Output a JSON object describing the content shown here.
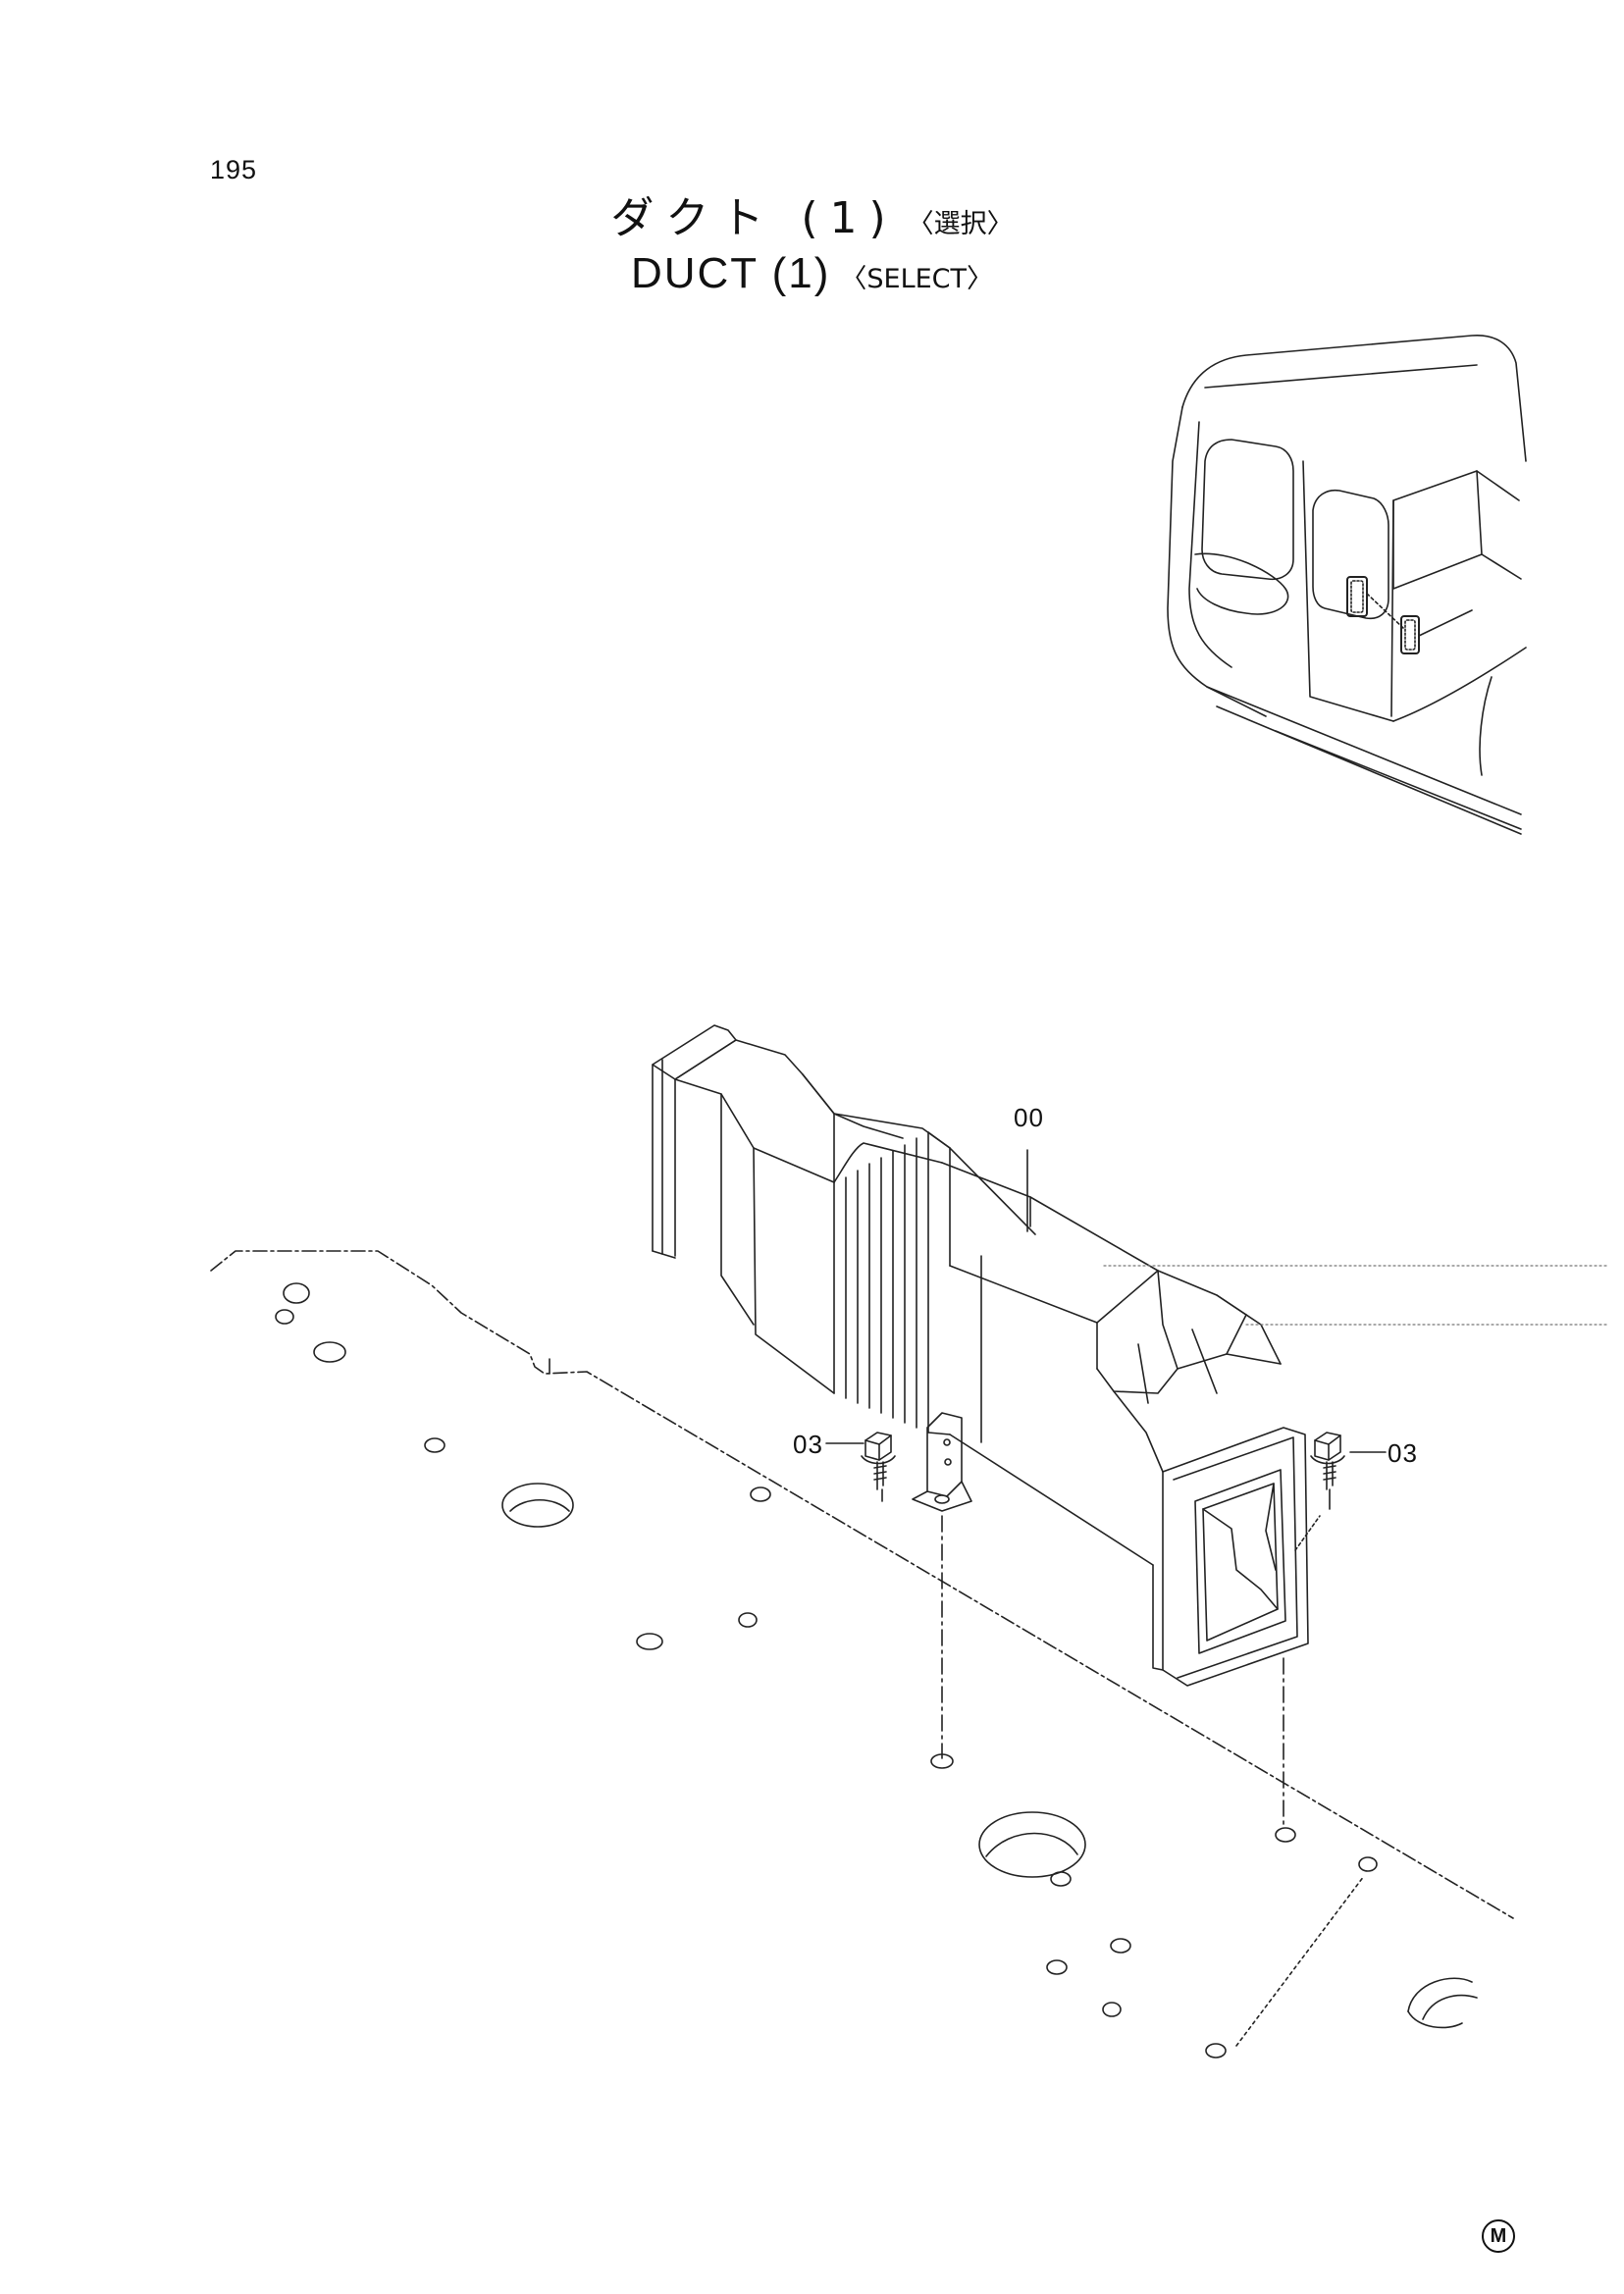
{
  "page": {
    "number": "195"
  },
  "title": {
    "jp_main": "ダクト (1)",
    "jp_variant": "〈選択〉",
    "en_main": "DUCT (1)",
    "en_variant": "〈SELECT〉"
  },
  "callouts": {
    "duct": "00",
    "bolt_left": "03",
    "bolt_right": "03"
  },
  "footer": {
    "mark": "M"
  }
}
